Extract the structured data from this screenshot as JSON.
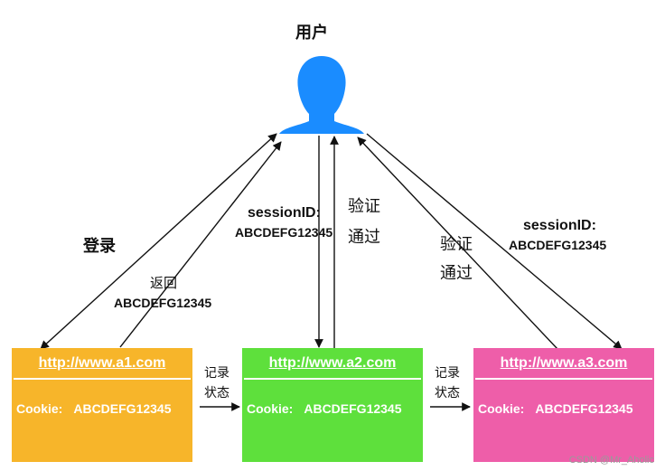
{
  "user": {
    "label": "用户",
    "icon": "person-silhouette-icon",
    "color": "#1a8cff"
  },
  "servers": [
    {
      "url": "http://www.a1.com",
      "cookie_label": "Cookie:",
      "cookie_value": "ABCDEFG12345",
      "color": "#f7b52a"
    },
    {
      "url": "http://www.a2.com",
      "cookie_label": "Cookie:",
      "cookie_value": "ABCDEFG12345",
      "color": "#5ee03c"
    },
    {
      "url": "http://www.a3.com",
      "cookie_label": "Cookie:",
      "cookie_value": "ABCDEFG12345",
      "color": "#ee5ea9"
    }
  ],
  "edges": {
    "login": "登录",
    "return_label": "返回",
    "return_value": "ABCDEFG12345",
    "session_id_label": "sessionID:",
    "session_id_value": "ABCDEFG12345",
    "verified_line1": "验证",
    "verified_line2": "通过",
    "record_line1": "记录",
    "record_line2": "状态"
  },
  "watermark": "CSDN @Mr_Aholic"
}
